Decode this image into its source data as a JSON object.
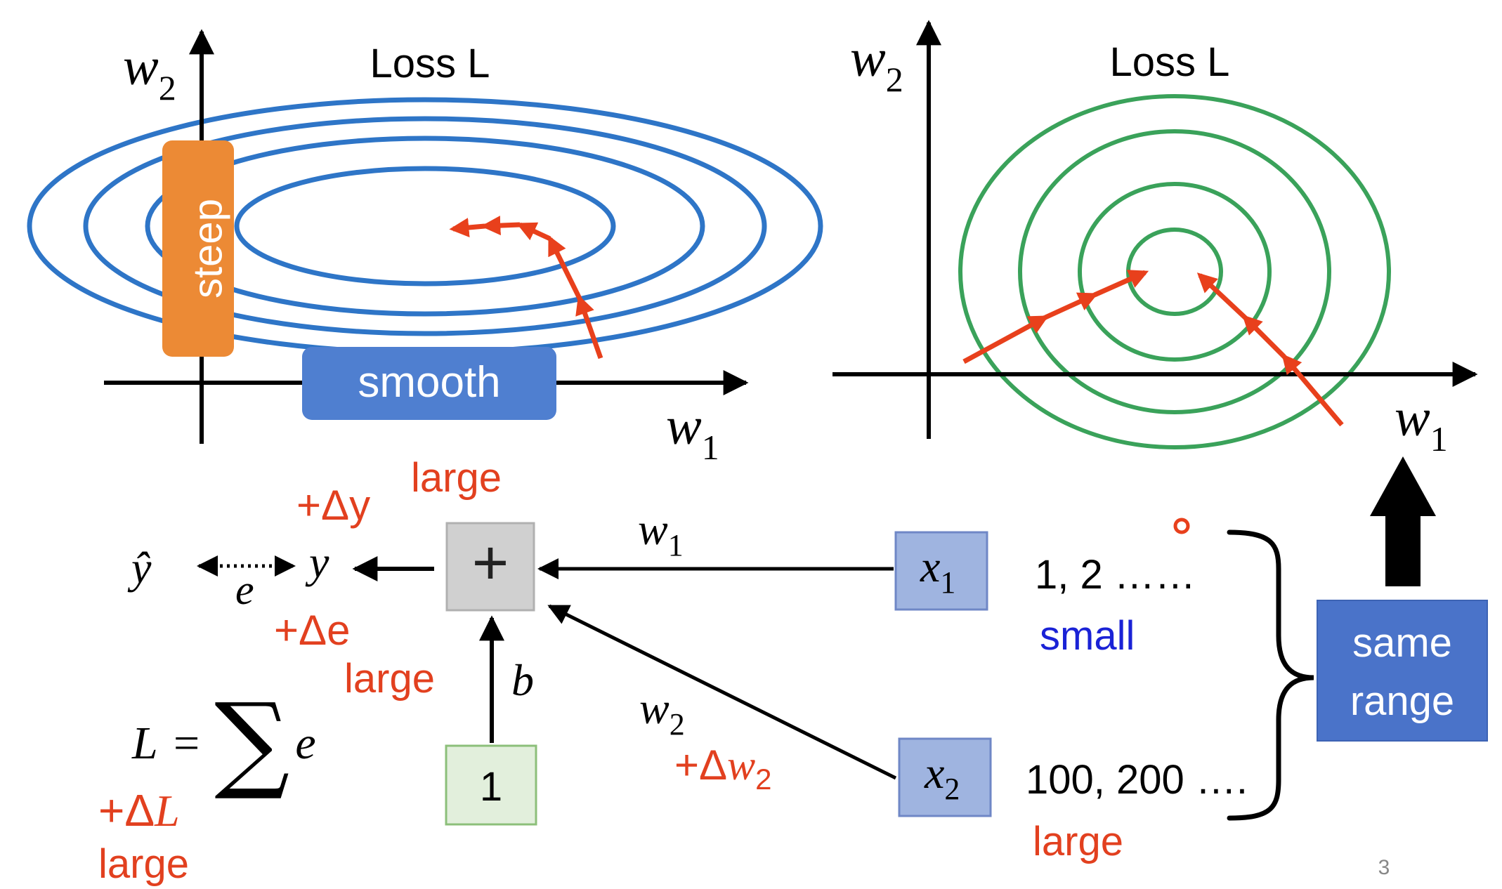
{
  "colors": {
    "axis": "#000000",
    "blue_contour": "#2e75c7",
    "green_contour": "#3aa25a",
    "arrow_red": "#e8401c",
    "red_text": "#e2401f",
    "blue_text": "#1a22d6",
    "steep_orange": "#ec8a35",
    "smooth_blue": "#4f7fd0",
    "x_box_fill": "#9fb4e0",
    "x_box_border": "#6f87c6",
    "one_box_fill": "#e2efdc",
    "one_box_border": "#8cbf7a",
    "plus_box_fill": "#d0d0d0",
    "same_range_fill": "#4a73c9"
  },
  "left_plot": {
    "title": "Loss L",
    "y_axis_label": "w",
    "y_axis_sub": "2",
    "x_axis_label": "w",
    "x_axis_sub": "1",
    "steep_label": "steep",
    "smooth_label": "smooth"
  },
  "right_plot": {
    "title": "Loss L",
    "y_axis_label": "w",
    "y_axis_sub": "2",
    "x_axis_label": "w",
    "x_axis_sub": "1"
  },
  "diagram": {
    "y_hat": "ŷ",
    "e": "e",
    "y": "y",
    "plus": "+",
    "b": "b",
    "one": "1",
    "w1": "w",
    "w1_sub": "1",
    "w2": "w",
    "w2_sub": "2",
    "x1": "x",
    "x1_sub": "1",
    "x2": "x",
    "x2_sub": "2",
    "x1_values": "1, 2 ……",
    "x2_values": "100, 200 ….",
    "small": "small",
    "large_x2": "large",
    "large_y": "large",
    "delta_y": "+Δy",
    "delta_e": "+Δe",
    "large_e": "large",
    "delta_w2_prefix": "+Δ",
    "delta_w2_var": "w",
    "delta_w2_sub": "2",
    "L": "L",
    "equals": "=",
    "sum_symbol": "∑",
    "sum_e": "e",
    "delta_L_prefix": "+Δ",
    "delta_L_var": "L",
    "large_L": "large",
    "same_range_line1": "same",
    "same_range_line2": "range"
  },
  "page_number": "3"
}
